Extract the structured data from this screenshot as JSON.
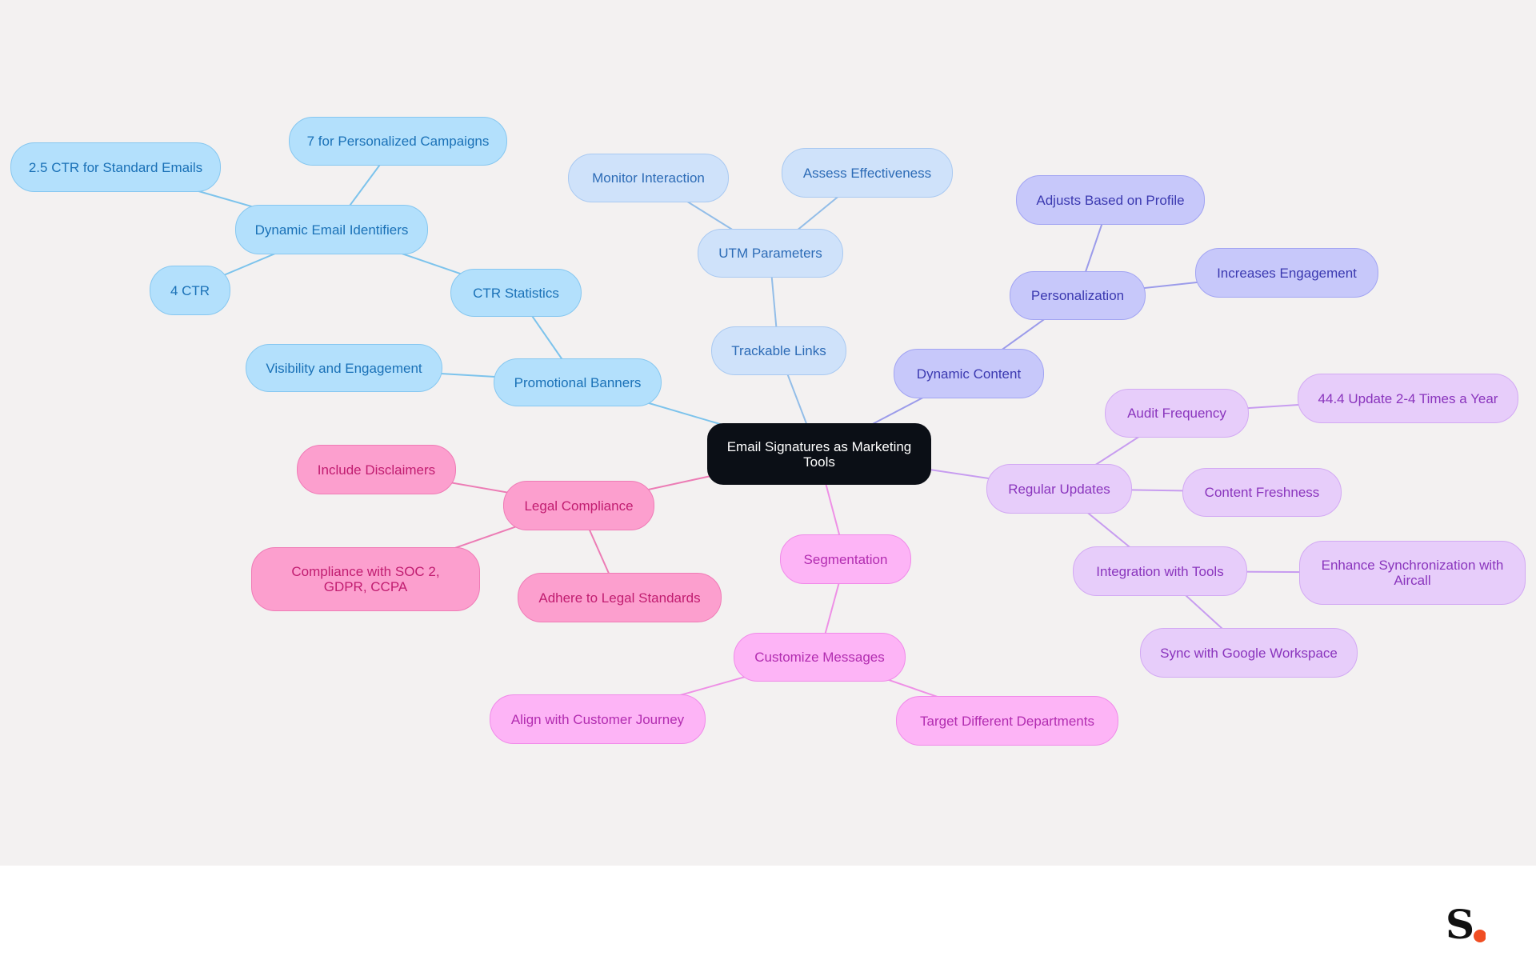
{
  "diagram": {
    "root": "Email Signatures as Marketing Tools",
    "promotional_banners": {
      "label": "Promotional Banners",
      "visibility": "Visibility and Engagement",
      "ctr_statistics": "CTR Statistics",
      "dynamic_email_identifiers": "Dynamic Email Identifiers",
      "personalized_campaigns": "7 for Personalized Campaigns",
      "standard_emails": "2.5 CTR for Standard Emails",
      "ctr_4": "4 CTR"
    },
    "trackable_links": {
      "label": "Trackable Links",
      "utm_parameters": "UTM Parameters",
      "monitor_interaction": "Monitor Interaction",
      "assess_effectiveness": "Assess Effectiveness"
    },
    "dynamic_content": {
      "label": "Dynamic Content",
      "personalization": "Personalization",
      "adjusts_profile": "Adjusts Based on Profile",
      "increases_engagement": "Increases Engagement"
    },
    "regular_updates": {
      "label": "Regular Updates",
      "audit_frequency": "Audit Frequency",
      "update_times": "44.4 Update 2-4 Times a Year",
      "content_freshness": "Content Freshness",
      "integration_tools": "Integration with Tools",
      "enhance_sync": "Enhance Synchronization with Aircall",
      "sync_google": "Sync with Google Workspace"
    },
    "segmentation": {
      "label": "Segmentation",
      "customize_messages": "Customize Messages",
      "align_journey": "Align with Customer Journey",
      "target_departments": "Target Different Departments"
    },
    "legal_compliance": {
      "label": "Legal Compliance",
      "include_disclaimers": "Include Disclaimers",
      "compliance_soc": "Compliance with SOC 2, GDPR, CCPA",
      "adhere_standards": "Adhere to Legal Standards"
    }
  },
  "colors": {
    "background": "#f3f1f1",
    "root": "#0b0f16",
    "sky_edge": "#7cc3ec",
    "pale_edge": "#92bde8",
    "indigo_edge": "#9b9bea",
    "lilac_edge": "#c79cf0",
    "pink_edge": "#ee90e6",
    "rose_edge": "#ec7cb5",
    "logo_dot": "#f04e23"
  }
}
